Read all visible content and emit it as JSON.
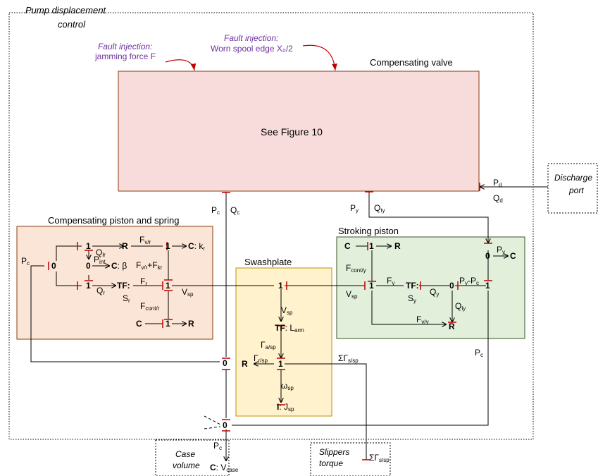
{
  "outer_title_line1": "Pump displacement",
  "outer_title_line2": "control",
  "fault1_title": "Fault injection:",
  "fault1_desc": "jamming force F",
  "fault2_title": "Fault injection:",
  "fault2_desc": "Worn spool edge X₀/2",
  "valve_title": "Compensating valve",
  "valve_content": "See Figure 10",
  "discharge_line1": "Discharge",
  "discharge_line2": "port",
  "case_line1": "Case",
  "case_line2": "volume",
  "slippers_line1": "Slippers",
  "slippers_line2": "torque",
  "comp_title": "Compensating piston and spring",
  "stroking_title": "Stroking piston",
  "swash_title": "Swashplate",
  "colors": {
    "comp_fill": "#fbe5d6",
    "comp_border": "#843c0c",
    "stroke_fill": "#e2efda",
    "stroke_border": "#375623",
    "swash_fill": "#fff2cc",
    "swash_border": "#bf9000",
    "valve_fill": "#f8dcdc",
    "valve_border": "#843c0c",
    "causal": "#c00000",
    "fault_text": "#7030a0"
  },
  "labels": {
    "one": "1",
    "zero": "0",
    "R": "R",
    "C": "C",
    "TF": "TF",
    "I": "I",
    "Pd": "P",
    "Pd_s": "d",
    "Qd": "Q",
    "Qd_s": "d",
    "Pc": "P",
    "Pc_s": "c",
    "Qc": "Q",
    "Qc_s": "c",
    "Py": "P",
    "Py_s": "y",
    "Qty": "Q",
    "Qty_s": "ty",
    "Qlr": "Q",
    "Qlr_s": "lr",
    "Fvr": "F",
    "Fvr_s": "v/r",
    "kr": "k",
    "kr_s": "r",
    "Pint": "P",
    "Pint_s": "int",
    "beta": ": β",
    "Fvr2": "F",
    "Fvr2_s": "v/r",
    "plus": "+F",
    "Fkr_s": "kr",
    "Qr": "Q",
    "Qr_s": "r",
    "Fr": "F",
    "Fr_s": "r",
    "Sr": "S",
    "Sr_s": "r",
    "Vsp": "V",
    "Vsp_s": "sp",
    "Fcontr": "F",
    "Fcontr_s": "cont/r",
    "Fconty": "F",
    "Fconty_s": "cont/y",
    "Fy": "F",
    "Fy_s": "y",
    "Sy": "S",
    "Sy_s": "y",
    "Qy": "Q",
    "Qy_s": "y",
    "PyPc": "P",
    "PyPc_s1": "y",
    "PyPc_mid": "-P",
    "PyPc_s2": "c",
    "Qly": "Q",
    "Qly_s": "ly",
    "Fvy": "F",
    "Fvy_s": "v/y",
    "Larm": ": L",
    "Larm_s": "arm",
    "Gasp": "Γ",
    "Gasp_s": "a/sp",
    "Grsp": "Γ",
    "Grsp_s": "r/sp",
    "SGssp": "ΣΓ",
    "SGssp_s": "s/sp",
    "wsp": "ω",
    "wsp_s": "sp",
    "Jsp": ": J",
    "Jsp_s": "sp",
    "Vcase": ": V",
    "Vcase_s": "case"
  }
}
